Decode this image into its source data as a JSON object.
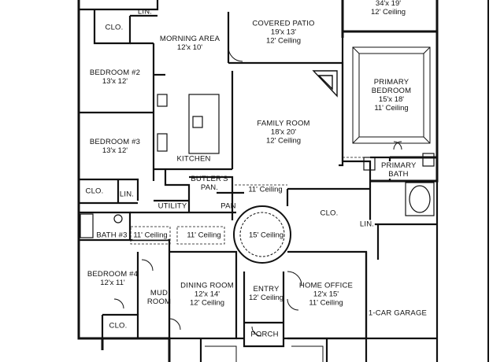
{
  "rooms": {
    "top_right": {
      "size": "34'x 19'",
      "ceiling": "12' Ceiling"
    },
    "lin_top": {
      "name": "LIN."
    },
    "clo_top": {
      "name": "CLO."
    },
    "covered_patio": {
      "name": "COVERED PATIO",
      "size": "19'x 13'",
      "ceiling": "12' Ceiling"
    },
    "morning_area": {
      "name": "MORNING AREA",
      "size": "12'x 10'"
    },
    "bedroom2": {
      "name": "BEDROOM #2",
      "size": "13'x 12'"
    },
    "primary_bedroom": {
      "name": "PRIMARY BEDROOM",
      "size": "15'x 18'",
      "ceiling": "11' Ceiling"
    },
    "family_room": {
      "name": "FAMILY ROOM",
      "size": "18'x 20'",
      "ceiling": "12' Ceiling"
    },
    "bedroom3": {
      "name": "BEDROOM #3",
      "size": "13'x 12'"
    },
    "kitchen": {
      "name": "KITCHEN"
    },
    "primary_bath": {
      "name": "PRIMARY BATH"
    },
    "butlers_pan": {
      "name": "BUTLER'S PAN."
    },
    "clo_left": {
      "name": "CLO."
    },
    "lin_left": {
      "name": "LIN."
    },
    "ceiling_11_top": {
      "ceiling": "11' Ceiling"
    },
    "utility": {
      "name": "UTILITY"
    },
    "pan": {
      "name": "PAN"
    },
    "clo_right": {
      "name": "CLO."
    },
    "lin_right": {
      "name": "LIN."
    },
    "bath3": {
      "name": "BATH #3"
    },
    "hall_ceiling_a": {
      "ceiling": "11' Ceiling"
    },
    "hall_ceiling_b": {
      "ceiling": "11' Ceiling"
    },
    "rotunda": {
      "ceiling": "15' Ceiling"
    },
    "bedroom4": {
      "name": "BEDROOM #4",
      "size": "12'x 11'"
    },
    "dining_room": {
      "name": "DINING ROOM",
      "size": "12'x 14'",
      "ceiling": "12' Ceiling"
    },
    "entry": {
      "name": "ENTRY",
      "ceiling": "12' Ceiling"
    },
    "home_office": {
      "name": "HOME OFFICE",
      "size": "12'x 15'",
      "ceiling": "11' Ceiling"
    },
    "mud_room": {
      "name": "MUD ROOM"
    },
    "garage_1car": {
      "name": "1-CAR GARAGE"
    },
    "clo_bottom": {
      "name": "CLO."
    },
    "porch": {
      "name": "PORCH"
    }
  }
}
